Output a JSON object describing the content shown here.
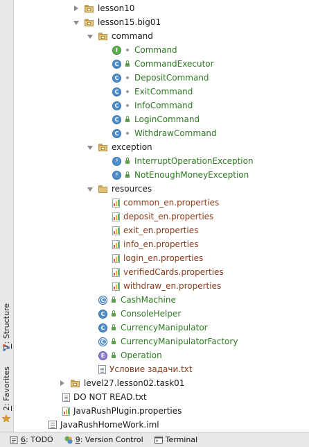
{
  "sidebar": {
    "structure": {
      "num": "7",
      "label": ": Structure"
    },
    "favorites": {
      "num": "2",
      "label": ": Favorites"
    }
  },
  "tree": [
    {
      "label": "lesson10",
      "kind": "package",
      "arrow": "right",
      "indent": 0,
      "color": "dark"
    },
    {
      "label": "lesson15.big01",
      "kind": "package",
      "arrow": "down",
      "indent": 0,
      "color": "dark"
    },
    {
      "label": "command",
      "kind": "package",
      "arrow": "down",
      "indent": 1,
      "color": "dark"
    },
    {
      "label": "Command",
      "kind": "interface",
      "mod": "dot",
      "indent": 2,
      "color": "green"
    },
    {
      "label": "CommandExecutor",
      "kind": "class",
      "mod": "lock",
      "indent": 2,
      "color": "green"
    },
    {
      "label": "DepositCommand",
      "kind": "class",
      "mod": "dot",
      "indent": 2,
      "color": "green"
    },
    {
      "label": "ExitCommand",
      "kind": "class",
      "mod": "dot",
      "indent": 2,
      "color": "green"
    },
    {
      "label": "InfoCommand",
      "kind": "class",
      "mod": "dot",
      "indent": 2,
      "color": "green"
    },
    {
      "label": "LoginCommand",
      "kind": "class",
      "mod": "lock",
      "indent": 2,
      "color": "green"
    },
    {
      "label": "WithdrawCommand",
      "kind": "class",
      "mod": "dot",
      "indent": 2,
      "color": "green"
    },
    {
      "label": "exception",
      "kind": "package",
      "arrow": "down",
      "indent": 1,
      "color": "dark"
    },
    {
      "label": "InterruptOperationException",
      "kind": "exception",
      "mod": "lock",
      "indent": 2,
      "color": "green"
    },
    {
      "label": "NotEnoughMoneyException",
      "kind": "exception",
      "mod": "lock",
      "indent": 2,
      "color": "green"
    },
    {
      "label": "resources",
      "kind": "folder",
      "arrow": "down",
      "indent": 1,
      "color": "dark"
    },
    {
      "label": "common_en.properties",
      "kind": "properties",
      "indent": 2,
      "color": "brown"
    },
    {
      "label": "deposit_en.properties",
      "kind": "properties",
      "indent": 2,
      "color": "brown"
    },
    {
      "label": "exit_en.properties",
      "kind": "properties",
      "indent": 2,
      "color": "brown"
    },
    {
      "label": "info_en.properties",
      "kind": "properties",
      "indent": 2,
      "color": "brown"
    },
    {
      "label": "login_en.properties",
      "kind": "properties",
      "indent": 2,
      "color": "brown"
    },
    {
      "label": "verifiedCards.properties",
      "kind": "properties",
      "indent": 2,
      "color": "brown"
    },
    {
      "label": "withdraw_en.properties",
      "kind": "properties",
      "indent": 2,
      "color": "brown"
    },
    {
      "label": "CashMachine",
      "kind": "mainclass",
      "mod": "lock",
      "indent": 1,
      "color": "green"
    },
    {
      "label": "ConsoleHelper",
      "kind": "class",
      "mod": "lock",
      "indent": 1,
      "color": "green"
    },
    {
      "label": "CurrencyManipulator",
      "kind": "class",
      "mod": "lock",
      "indent": 1,
      "color": "green"
    },
    {
      "label": "CurrencyManipulatorFactory",
      "kind": "mainclass",
      "mod": "lock",
      "indent": 1,
      "color": "green"
    },
    {
      "label": "Operation",
      "kind": "enum",
      "mod": "lock",
      "indent": 1,
      "color": "green"
    },
    {
      "label": "Условие задачи.txt",
      "kind": "text",
      "indent": 1,
      "color": "brown"
    },
    {
      "label": "level27.lesson02.task01",
      "kind": "package",
      "arrow": "right",
      "indent": -1,
      "color": "dark"
    },
    {
      "label": "DO NOT READ.txt",
      "kind": "text",
      "indent": -1.6,
      "color": "dark"
    },
    {
      "label": "JavaRushPlugin.properties",
      "kind": "properties",
      "indent": -1.6,
      "color": "dark"
    },
    {
      "label": "JavaRushHomeWork.iml",
      "kind": "iml",
      "indent": -2.6,
      "color": "dark"
    }
  ],
  "bottom": {
    "todo": {
      "num": "6",
      "label": ": TODO"
    },
    "vcs": {
      "num": "9",
      "label": ": Version Control"
    },
    "terminal": {
      "label": "Terminal"
    }
  },
  "colors": {
    "green": "#2c7a20",
    "brown": "#8b3a1a",
    "class_blue": "#4f8dcb"
  }
}
